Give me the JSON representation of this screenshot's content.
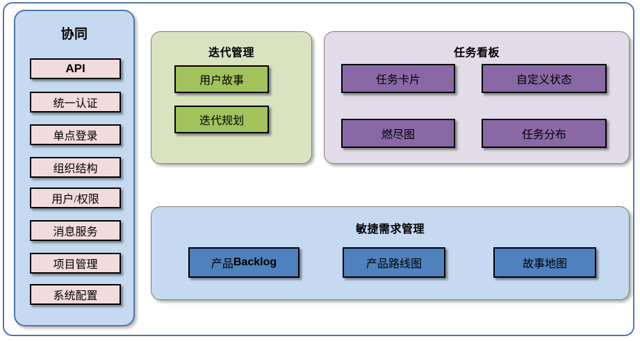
{
  "diagram": {
    "title": "",
    "colors": {
      "frame_border": "#4e77a8",
      "sidebar_bg": "#c5d9f1",
      "sidebar_item_bg": "#f2dcdb",
      "iteration_panel_bg": "#d9e3c0",
      "iteration_chip_bg": "#a2c25c",
      "taskboard_panel_bg": "#e1dce8",
      "taskboard_chip_bg": "#8968a5",
      "agile_panel_bg": "#c5d9f1",
      "agile_chip_bg": "#4f81bd"
    }
  },
  "sidebar": {
    "title": "协同",
    "items": [
      {
        "label": "API"
      },
      {
        "label": "统一认证"
      },
      {
        "label": "单点登录"
      },
      {
        "label": "组织结构"
      },
      {
        "label": "用户/权限"
      },
      {
        "label": "消息服务"
      },
      {
        "label": "项目管理"
      },
      {
        "label": "系统配置"
      }
    ]
  },
  "iteration": {
    "title": "迭代管理",
    "items": [
      {
        "label": "用户故事"
      },
      {
        "label": "迭代规划"
      }
    ]
  },
  "taskboard": {
    "title": "任务看板",
    "items": [
      {
        "label": "任务卡片"
      },
      {
        "label": "自定义状态"
      },
      {
        "label": "燃尽图"
      },
      {
        "label": "任务分布"
      }
    ]
  },
  "agile": {
    "title": "敏捷需求管理",
    "items": [
      {
        "label_cn": "产品",
        "label_en": "Backlog"
      },
      {
        "label": "产品路线图"
      },
      {
        "label": "故事地图"
      }
    ]
  }
}
